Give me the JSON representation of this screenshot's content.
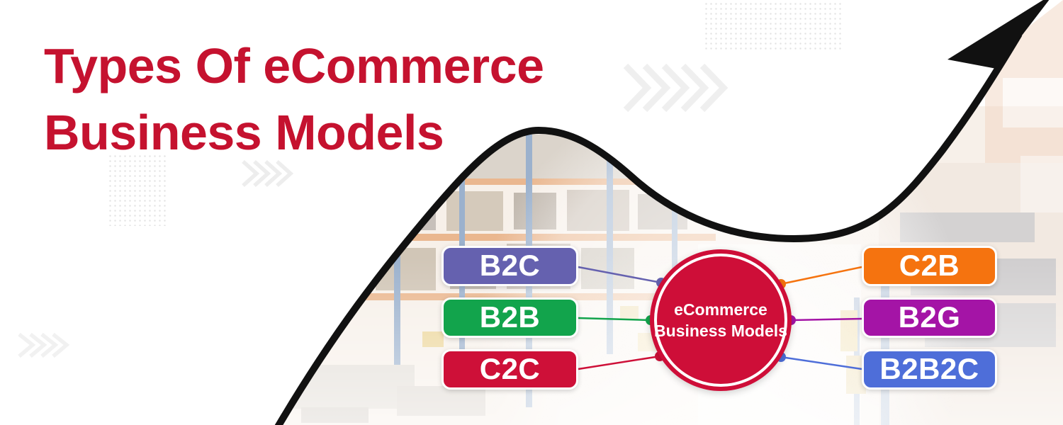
{
  "page": {
    "type": "infographic",
    "background": "#ffffff"
  },
  "header": {
    "title_line1": "Types Of eCommerce",
    "title_line2": "Business Models",
    "title_color": "#c5122f"
  },
  "diagram": {
    "center": {
      "label_line1": "eCommerce",
      "label_line2": "Business Models",
      "fill": "#ce0e38"
    },
    "models": [
      {
        "label": "B2C",
        "color": "#6561af",
        "side": "left"
      },
      {
        "label": "B2B",
        "color": "#12a44c",
        "side": "left"
      },
      {
        "label": "C2C",
        "color": "#ce1038",
        "side": "left"
      },
      {
        "label": "C2B",
        "color": "#f5730f",
        "side": "right"
      },
      {
        "label": "B2G",
        "color": "#a414a6",
        "side": "right"
      },
      {
        "label": "B2B2C",
        "color": "#4e6ed9",
        "side": "right"
      }
    ]
  },
  "decor": {
    "growth_arrow_icon": "upward-curve-arrow",
    "background_photo": "warehouse-aisle",
    "chevron_icon": "right-chevrons",
    "dot_pattern_icon": "dot-grid"
  }
}
